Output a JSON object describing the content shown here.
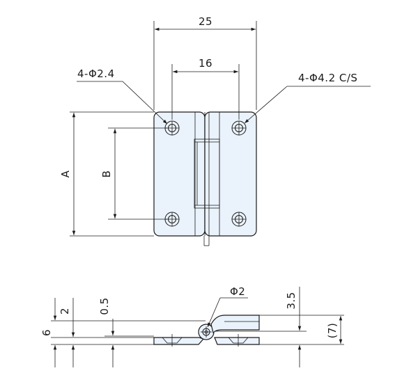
{
  "top_view": {
    "dims": {
      "overall_width": "25",
      "hole_pitch": "16",
      "small_holes": "4-Φ2.4",
      "countersunk_holes": "4-Φ4.2 C/S",
      "height_a": "A",
      "height_b": "B"
    }
  },
  "side_view": {
    "dims": {
      "pin_dia": "Φ2",
      "thickness_left": "2",
      "plate_thk": "0.5",
      "total_left": "6",
      "offset_right": "3.5",
      "total_right": "(7)"
    }
  },
  "colors": {
    "part_fill": "#eaf2fb",
    "line": "#1a1a1a"
  }
}
